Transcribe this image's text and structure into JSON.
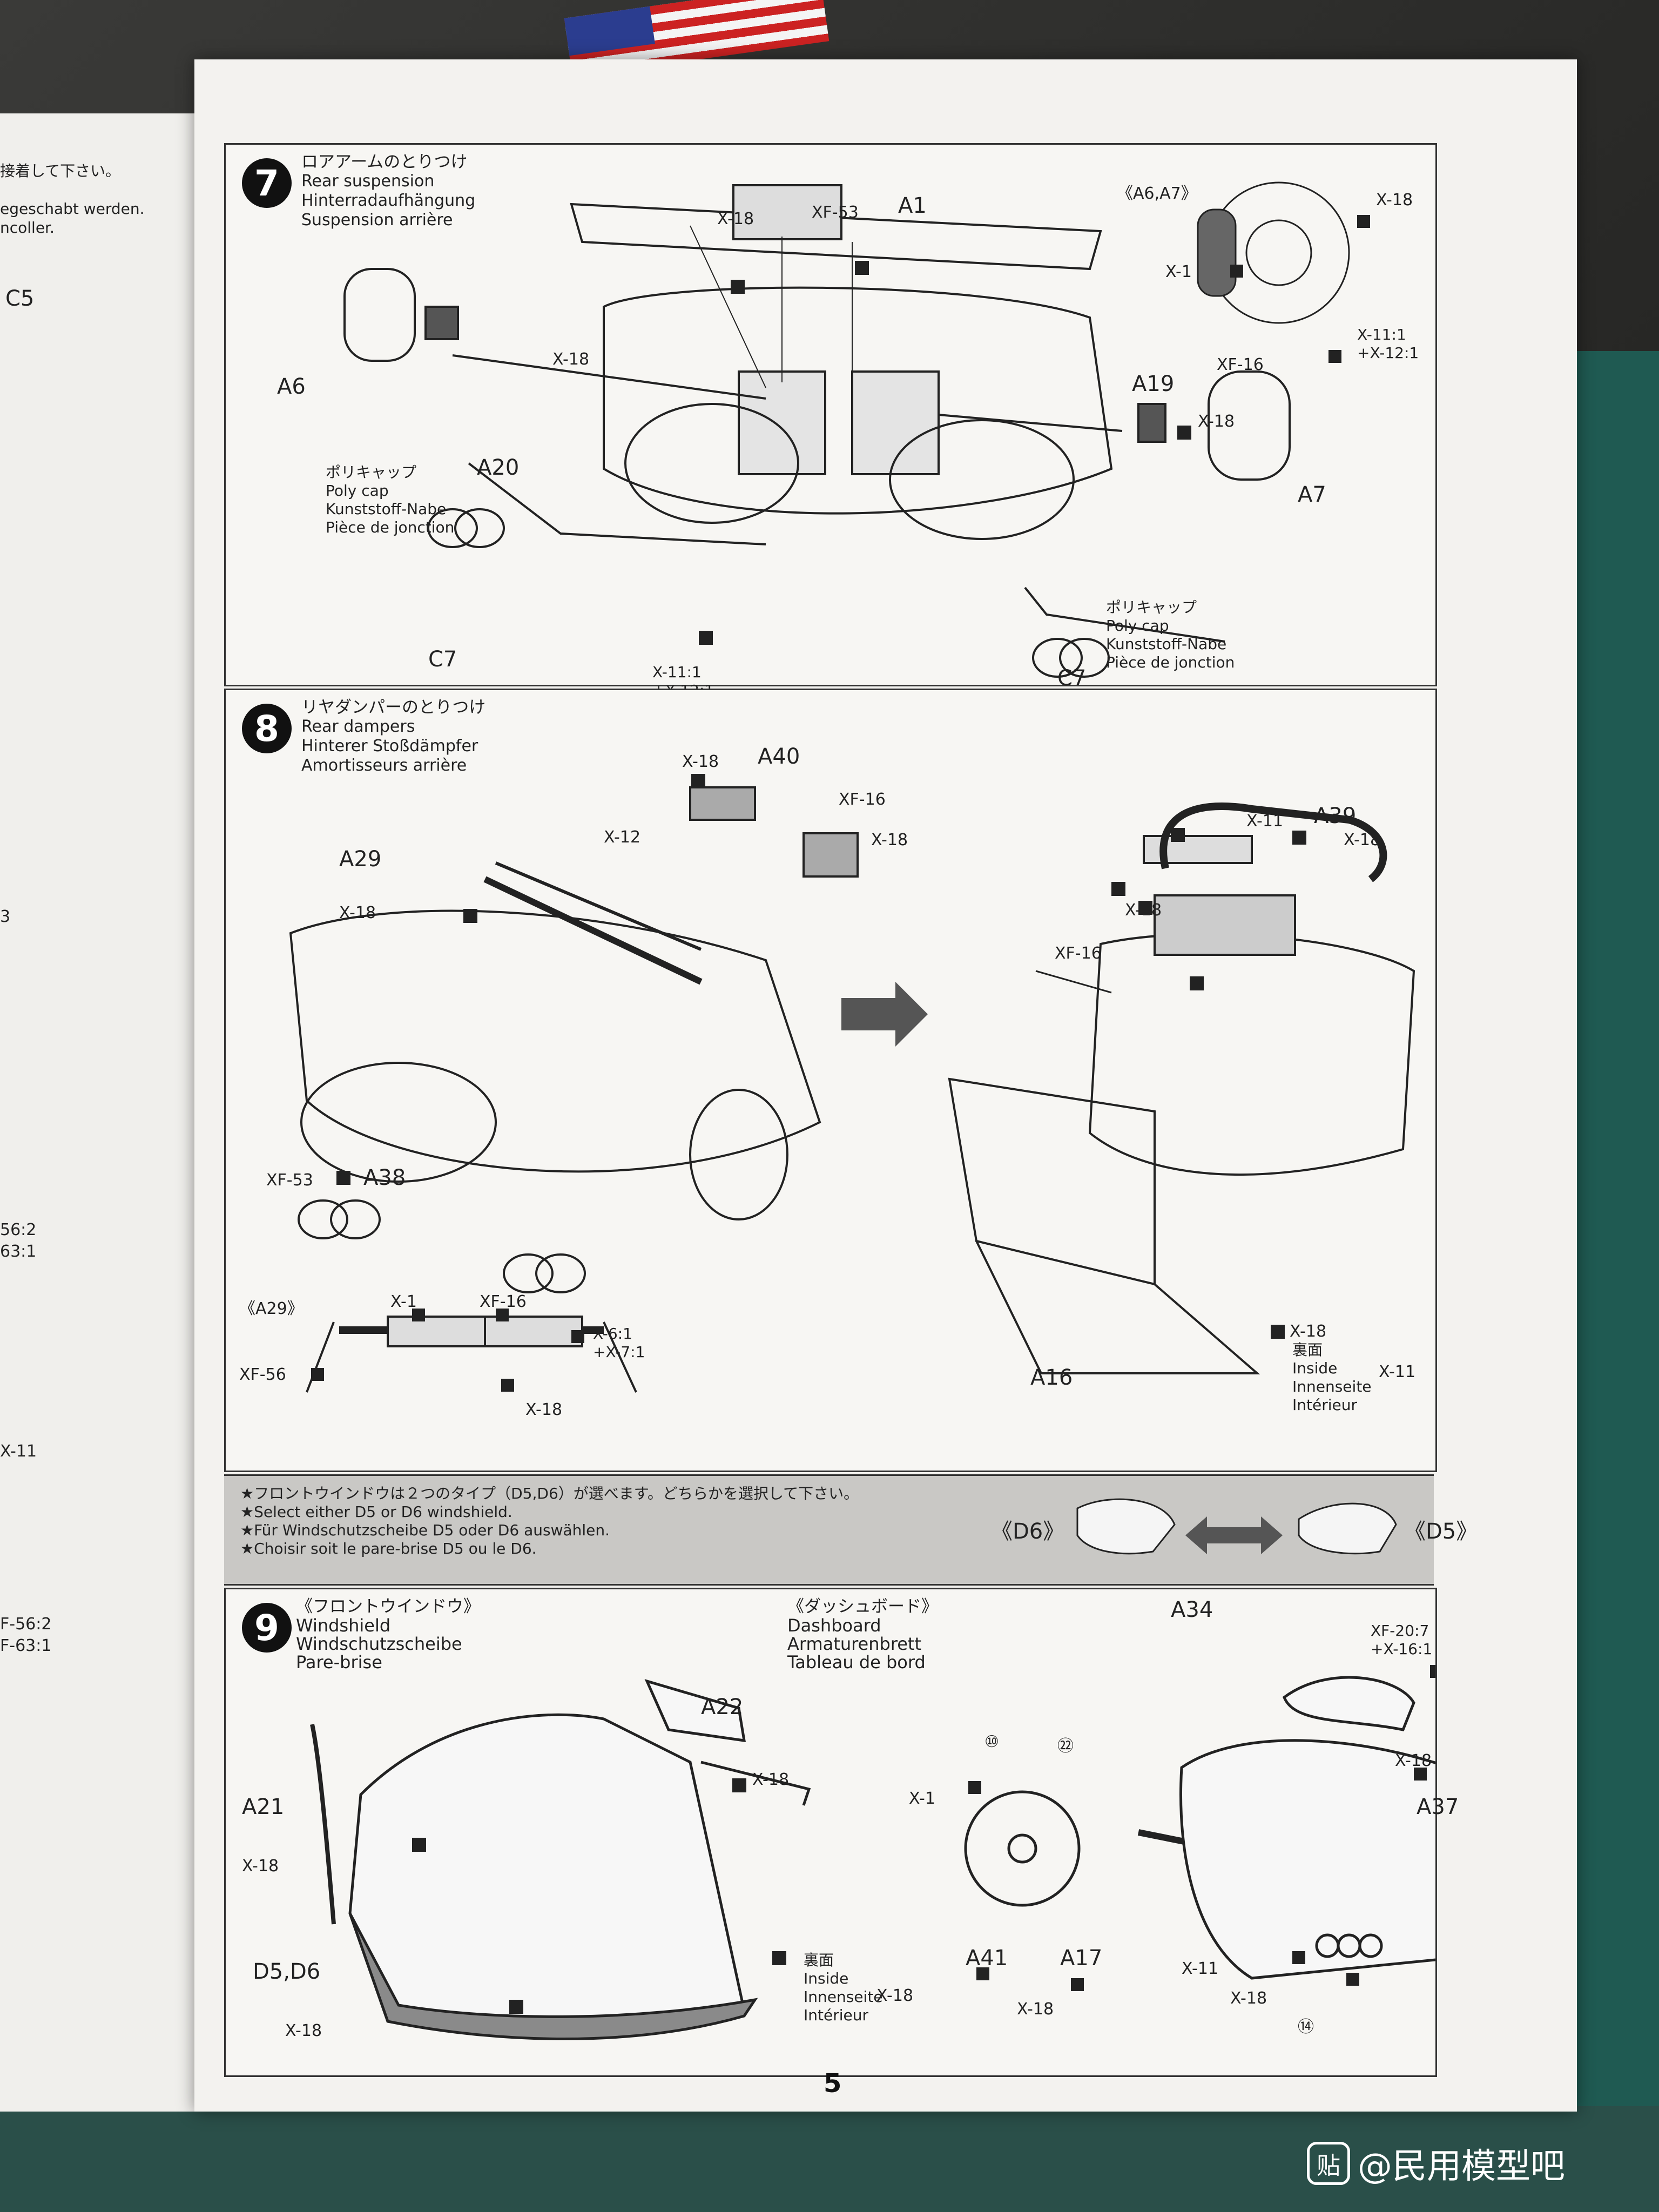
{
  "page_number": "5",
  "watermark": {
    "icon": "贴",
    "text": "@民用模型吧"
  },
  "left_page": {
    "fragments": [
      "接着して下さい。",
      "egeschabt werden.",
      "ncoller.",
      "C5",
      "3",
      "56:2",
      "63:1",
      "X-11",
      "F-56:2",
      "F-63:1"
    ]
  },
  "step7": {
    "number": "7",
    "title_jp": "ロアアームのとりつけ",
    "title_en": "Rear suspension",
    "title_de": "Hinterradaufhängung",
    "title_fr": "Suspension arrière",
    "inset_title": "《A6,A7》",
    "labels": {
      "x18a": "X-18",
      "xf53": "XF-53",
      "a1": "A1",
      "x18b": "X-18",
      "a6": "A6",
      "a20": "A20",
      "a19": "A19",
      "x18c": "X-18",
      "a7": "A7",
      "c7a": "C7",
      "c7b": "C7",
      "mix": "X-11:1\n+X-12:1",
      "inset_x18": "X-18",
      "inset_x1": "X-1",
      "inset_xf16": "XF-16",
      "inset_mix": "X-11:1\n+X-12:1"
    },
    "polycap_left": "ポリキャップ\nPoly cap\nKunststoff-Nabe\nPièce de jonction",
    "polycap_right": "ポリキャップ\nPoly cap\nKunststoff-Nabe\nPièce de jonction"
  },
  "step8": {
    "number": "8",
    "title_jp": "リヤダンパーのとりつけ",
    "title_en": "Rear dampers",
    "title_de": "Hinterer Stoßdämpfer",
    "title_fr": "Amortisseurs arrière",
    "labels": {
      "x18a": "X-18",
      "a40": "A40",
      "xf16a": "XF-16",
      "x18b": "X-18",
      "a29": "A29",
      "x12": "X-12",
      "x18c": "X-18",
      "xf53": "XF-53",
      "a38": "A38",
      "x11": "X-11",
      "a39": "A39",
      "x18d": "X-18",
      "x18e": "X-18",
      "xf16b": "XF-16",
      "a16": "A16",
      "x18f": "X-18",
      "x11b": "X-11"
    },
    "inside": "裏面\nInside\nInnenseite\nIntérieur",
    "inset": {
      "title": "《A29》",
      "x1": "X-1",
      "xf16": "XF-16",
      "mix": "X-6:1\n+X-7:1",
      "xf56": "XF-56",
      "x18": "X-18"
    }
  },
  "windshield_note": {
    "lines": "★フロントウインドウは２つのタイプ（D5,D6）が選べます。どちらかを選択して下さい。\n★Select either D5 or D6 windshield.\n★Für Windschutzscheibe D5 oder D6 auswählen.\n★Choisir soit le pare-brise D5 ou le D6.",
    "d6": "《D6》",
    "d5": "《D5》"
  },
  "step9": {
    "number": "9",
    "windshield_jp": "《フロントウインドウ》",
    "windshield_names": "Windshield\nWindschutzscheibe\nPare-brise",
    "dashboard_jp": "《ダッシュボード》",
    "dashboard_names": "Dashboard\nArmaturenbrett\nTableau de bord",
    "labels": {
      "a22": "A22",
      "x18a": "X-18",
      "a21": "A21",
      "x18b": "X-18",
      "d5d6": "D5,D6",
      "x18c": "X-18",
      "x18d": "X-18",
      "a34": "A34",
      "xf20mix": "XF-20:7\n+X-16:1",
      "x18e": "X-18",
      "a37": "A37",
      "c10": "⑩",
      "c22": "㉒",
      "x1": "X-1",
      "a41": "A41",
      "a17": "A17",
      "x18f": "X-18",
      "x11": "X-11",
      "x18g": "X-18",
      "c14": "⑭"
    },
    "inside": "裏面\nInside\nInnenseite\nIntérieur"
  }
}
